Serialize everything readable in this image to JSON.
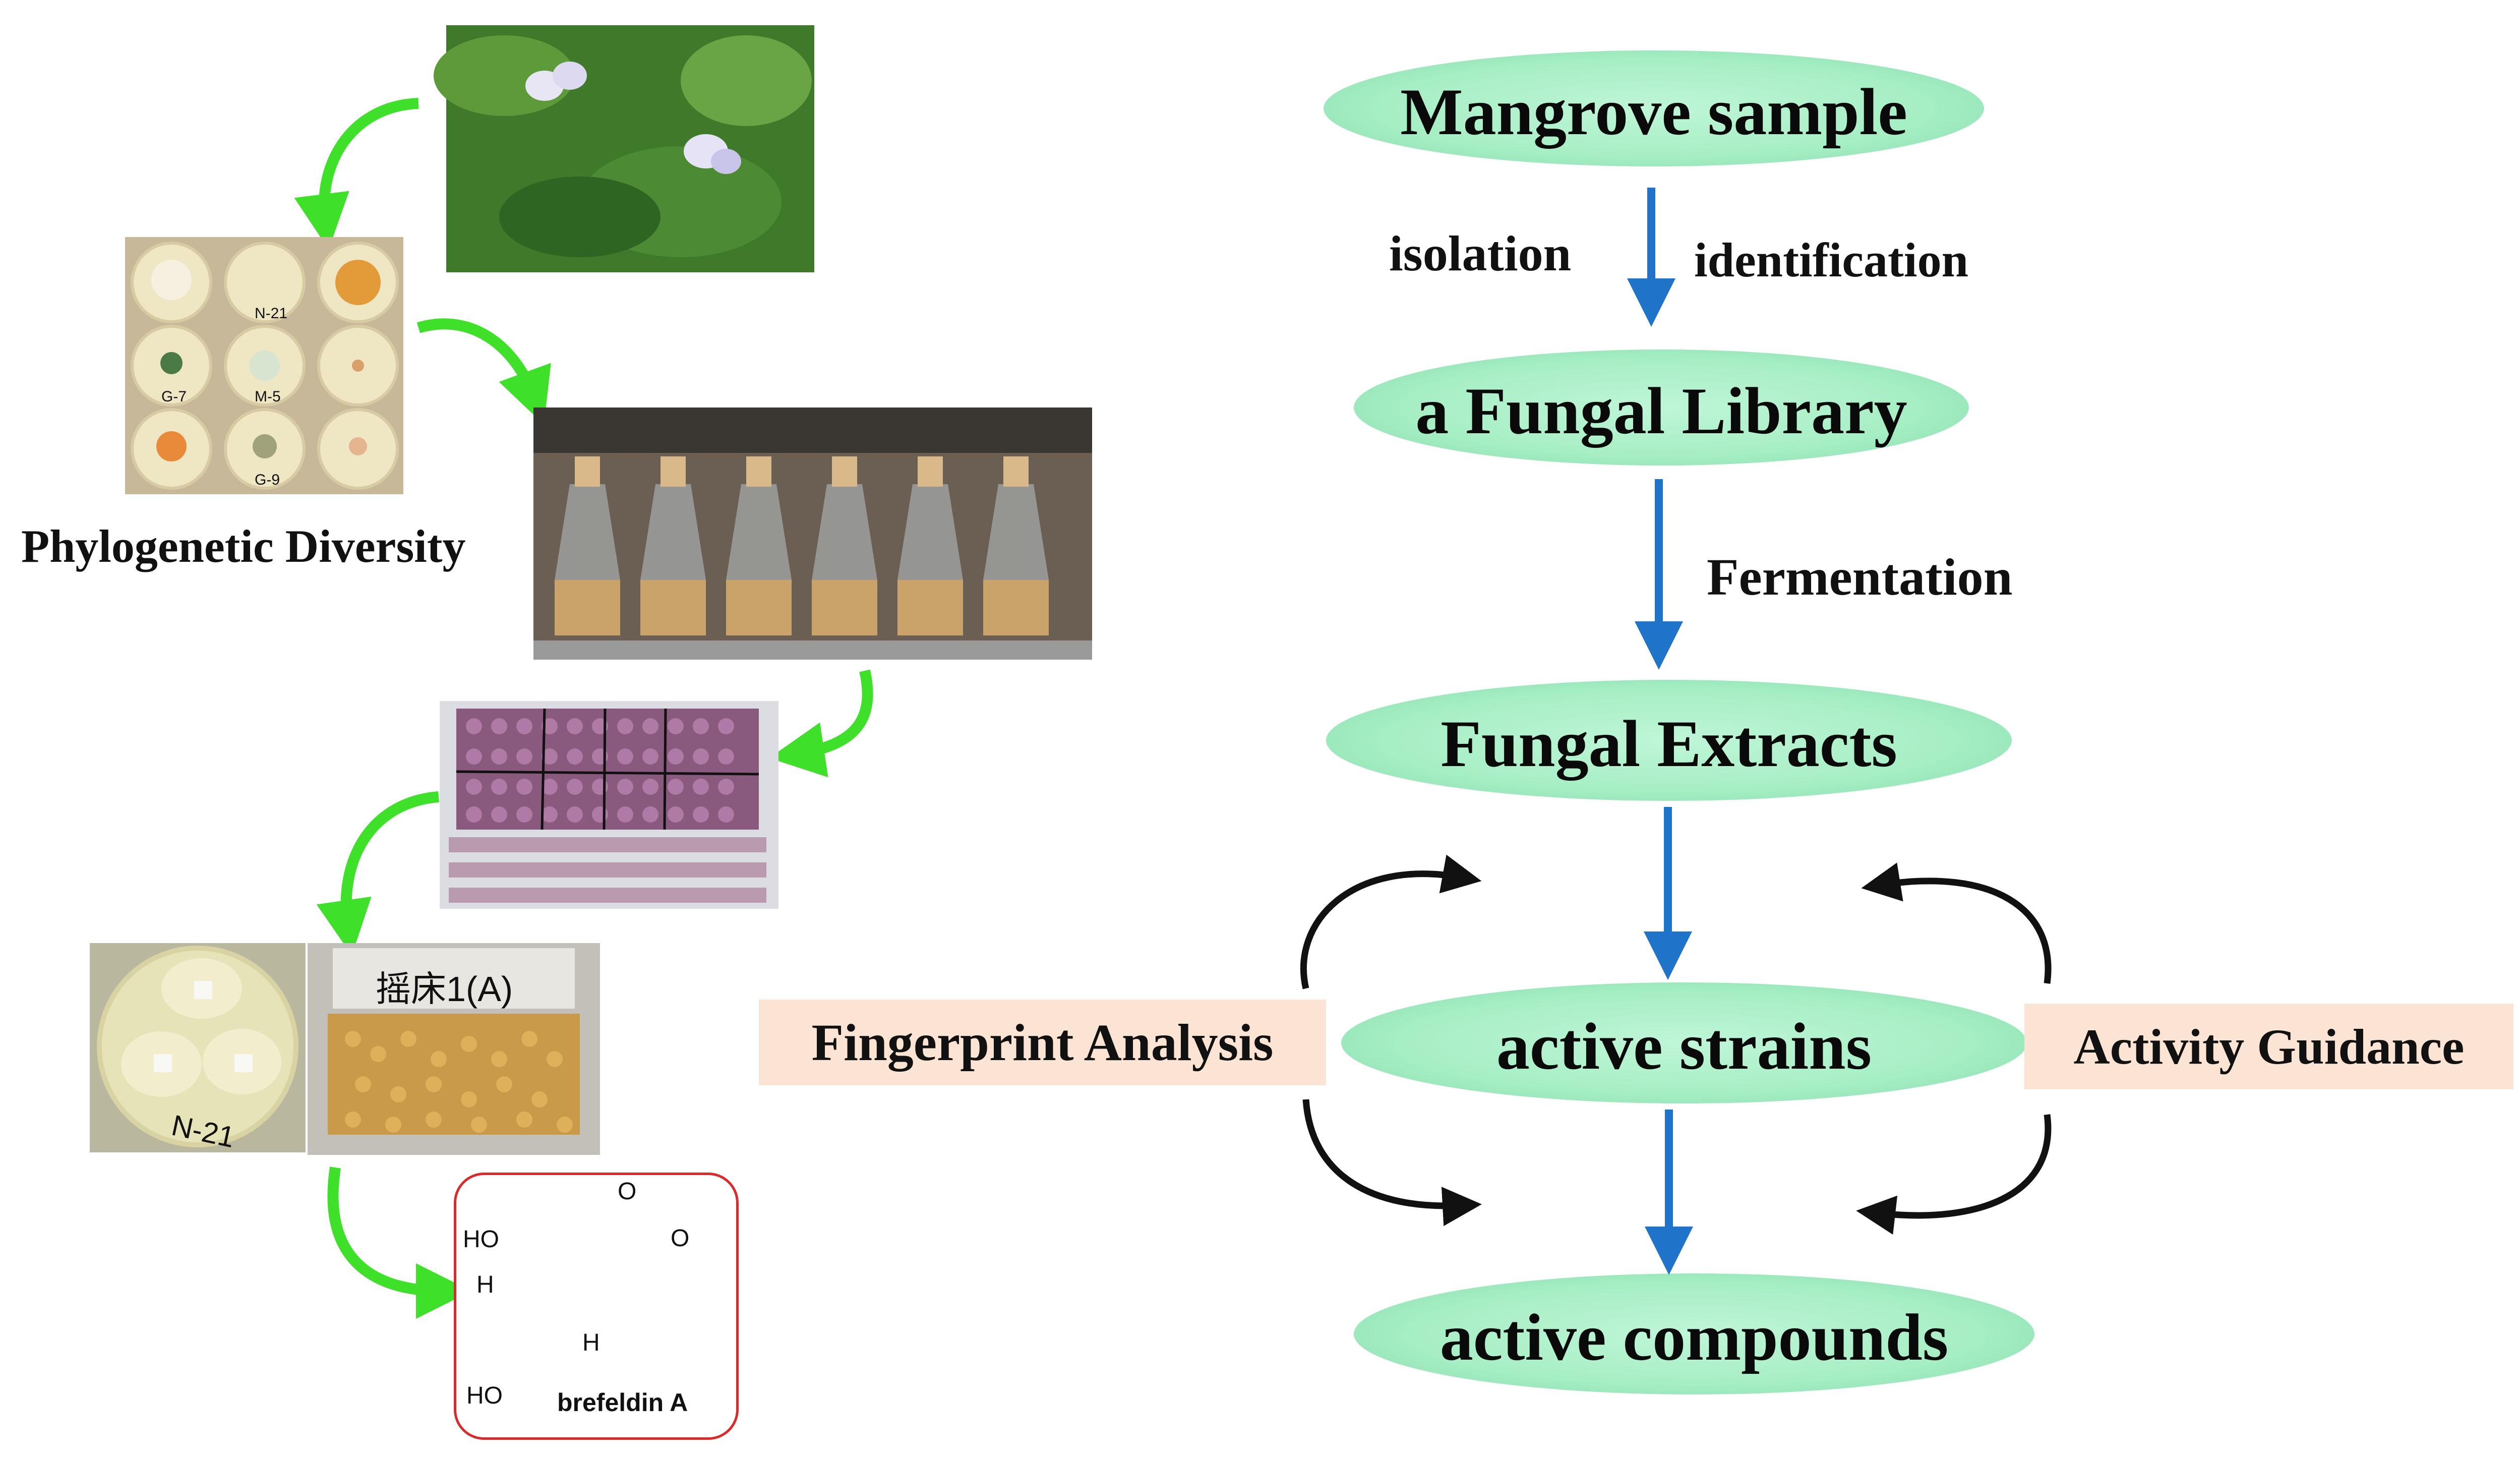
{
  "flow": {
    "nodes": [
      {
        "id": "mangrove",
        "label": "Mangrove sample"
      },
      {
        "id": "library",
        "label": "a Fungal Library"
      },
      {
        "id": "extracts",
        "label": "Fungal Extracts"
      },
      {
        "id": "strains",
        "label": "active strains"
      },
      {
        "id": "compounds",
        "label": "active compounds"
      }
    ],
    "step_labels": {
      "isolation": "isolation",
      "identification": "identification",
      "fermentation": "Fermentation"
    },
    "side_boxes": {
      "left": "Fingerprint Analysis",
      "right": "Activity Guidance"
    }
  },
  "left_panel": {
    "diversity_label": "Phylogenetic Diversity",
    "plate_labels": [
      "N-21",
      "G-7",
      "M-5",
      "G-9"
    ],
    "petri_label": "N-21",
    "flask_label": "摇床1(A)",
    "structure": {
      "name": "brefeldin A",
      "atoms": [
        "HO",
        "H",
        "H",
        "HO",
        "O",
        "O"
      ]
    }
  },
  "colors": {
    "node_fill": "#a6eec4",
    "flow_arrow": "#1f74c9",
    "loop_arrow": "#111111",
    "green_arrow": "#3ee02a",
    "side_box_fill": "#fbe4d3",
    "chem_border": "#d92b2b"
  }
}
